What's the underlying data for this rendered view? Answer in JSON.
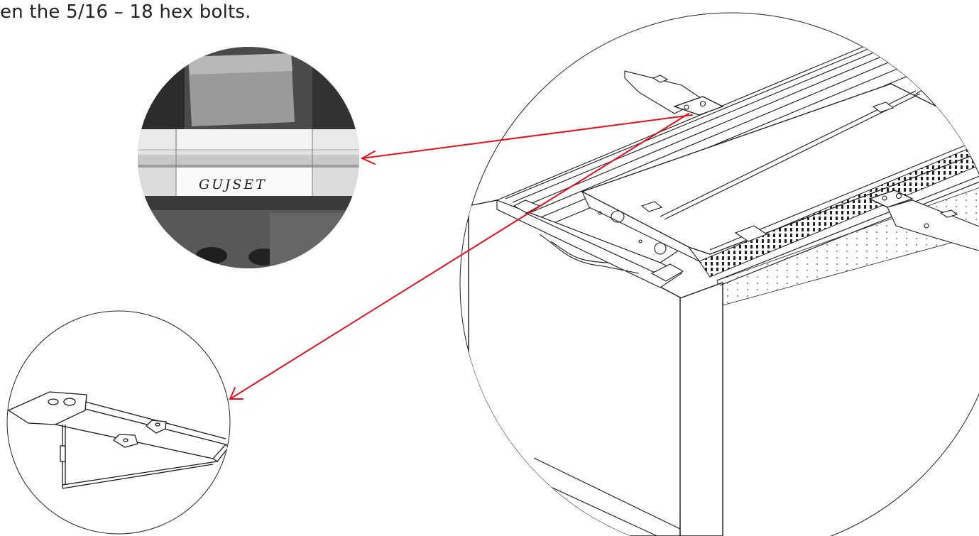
{
  "instruction": {
    "text": "en the 5/16 – 18 hex bolts."
  },
  "photo_inset": {
    "label_text": "GUJSET"
  },
  "colors": {
    "arrow": "#e3101f",
    "line": "#1a1a1a",
    "background": "#ffffff"
  },
  "icons": {
    "arrowhead": "open-chevron"
  }
}
